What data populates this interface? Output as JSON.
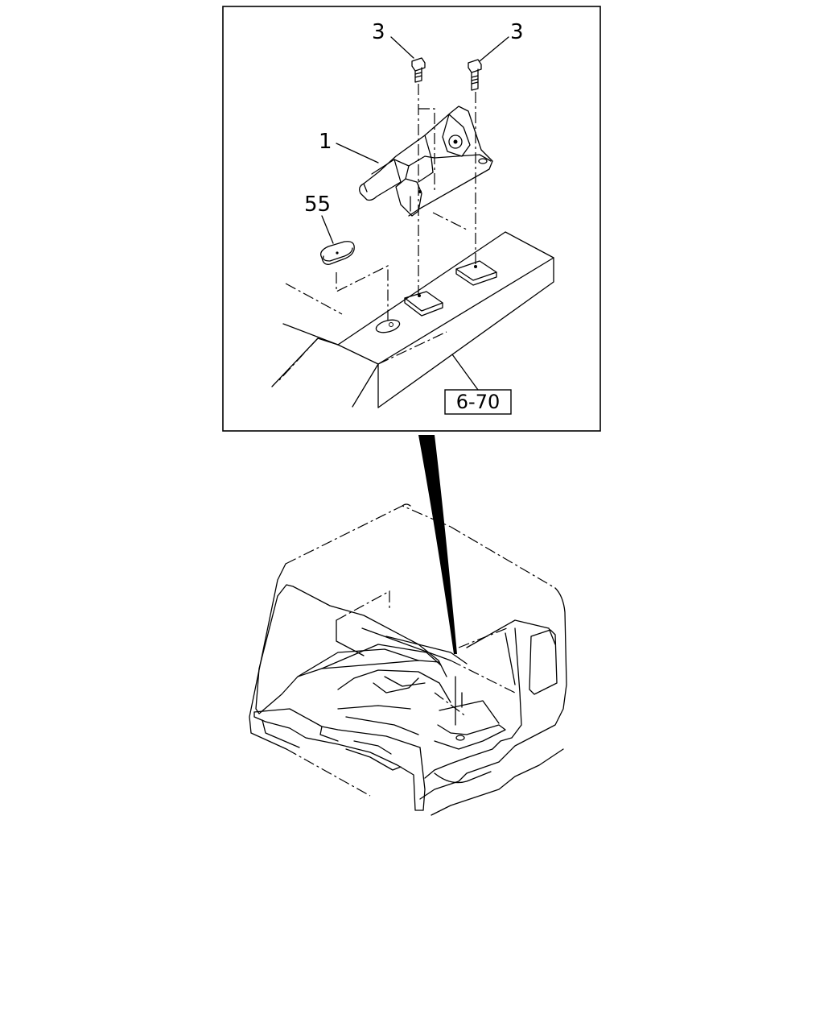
{
  "diagram": {
    "callouts": {
      "bolt_left": "3",
      "bolt_right": "3",
      "bracket": "1",
      "grommet": "55"
    },
    "reference_box": "6-70"
  }
}
